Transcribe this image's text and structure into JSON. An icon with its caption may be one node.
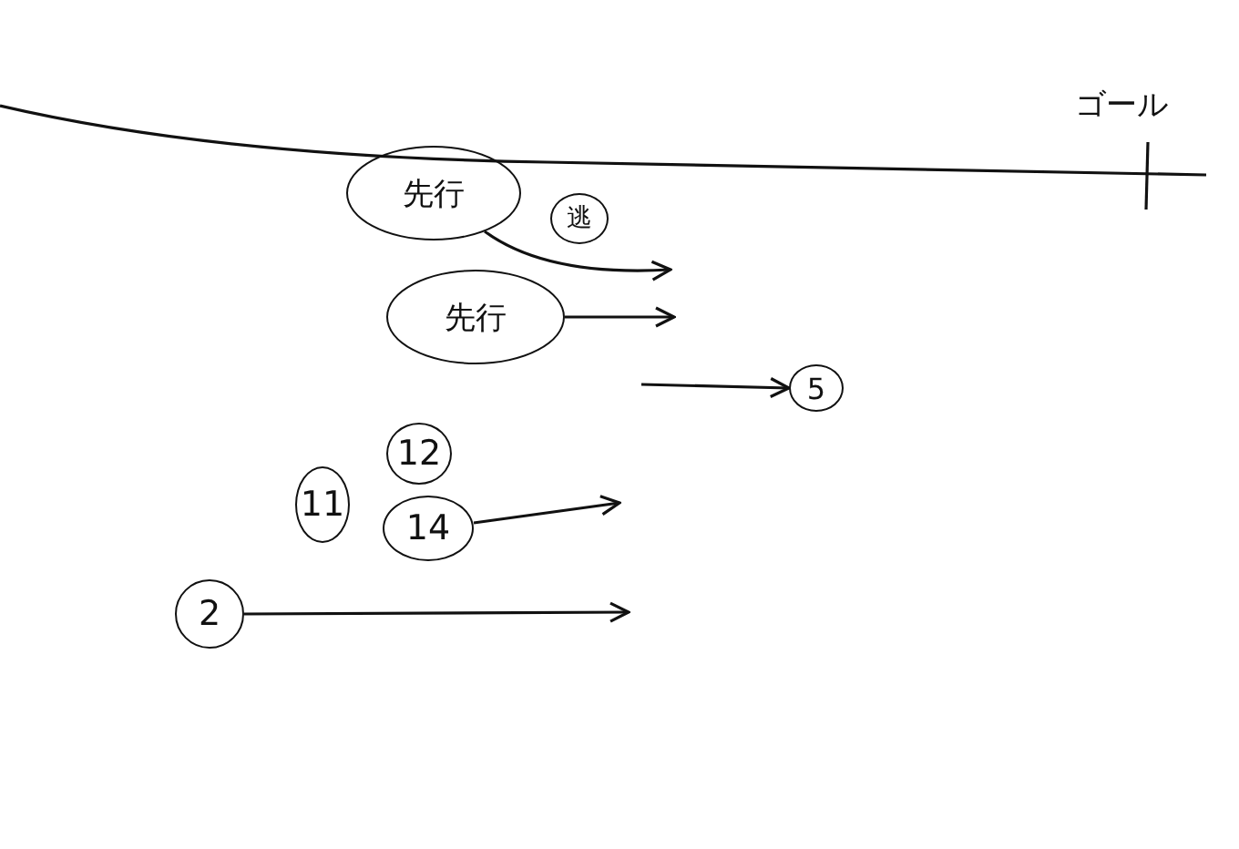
{
  "diagram": {
    "nodes": [
      {
        "text": [
          "先行"
        ]
      },
      {
        "text": [
          "逃"
        ]
      },
      {
        "text": [
          "先行"
        ]
      },
      {
        "text": [
          "5"
        ]
      },
      {
        "text": [
          "11"
        ]
      },
      {
        "text": [
          "12"
        ]
      },
      {
        "text": [
          "14"
        ]
      },
      {
        "text": [
          "2"
        ]
      }
    ],
    "edges": [
      {
        "from": 0,
        "to": null,
        "arrow": "to"
      },
      {
        "from": 2,
        "to": null,
        "arrow": "to"
      },
      {
        "from": null,
        "to": 3,
        "arrow": "to"
      },
      {
        "from": 6,
        "to": null,
        "arrow": "to"
      },
      {
        "from": 7,
        "to": null,
        "arrow": "to"
      }
    ],
    "labels": [
      "ゴール"
    ]
  }
}
